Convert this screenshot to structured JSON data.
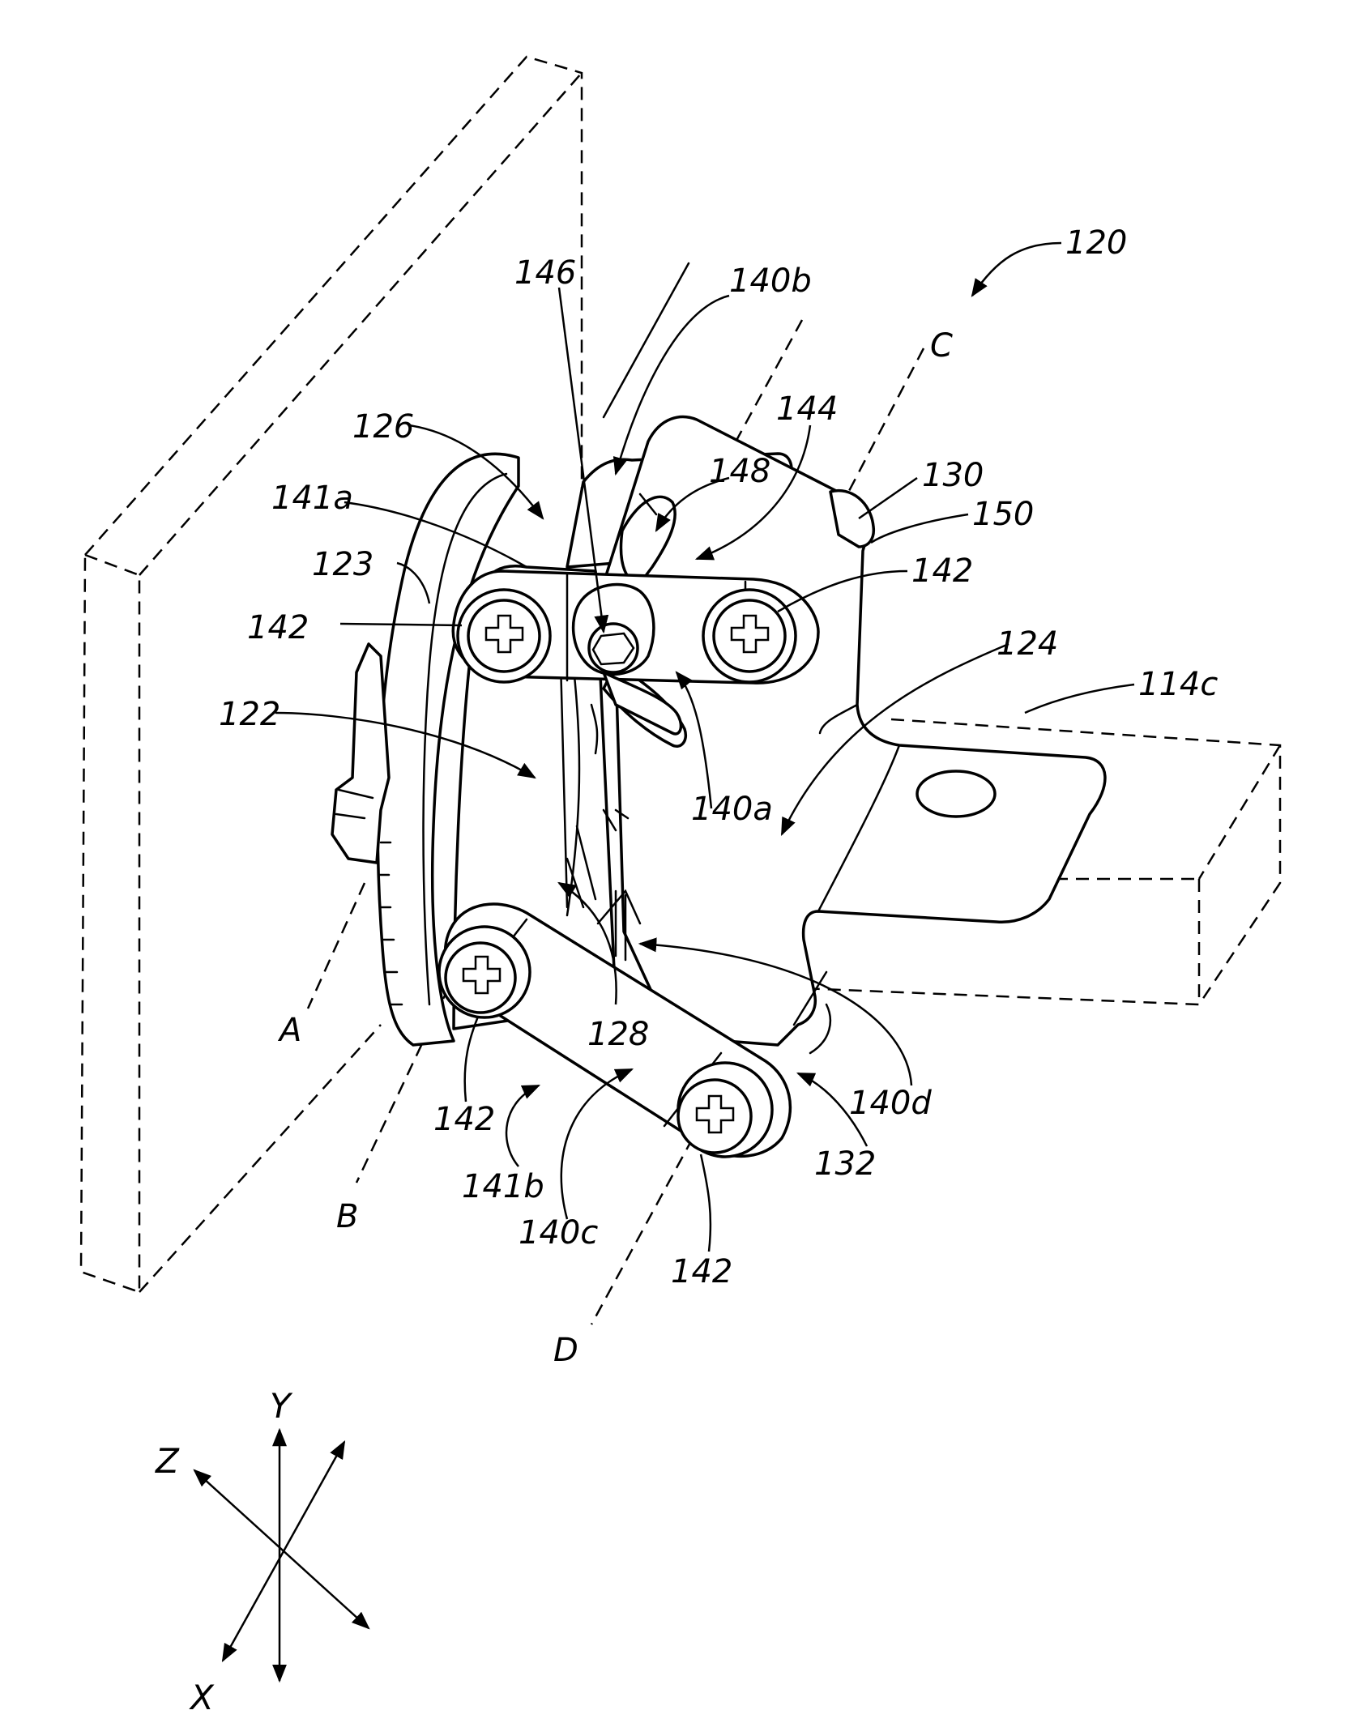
{
  "figure": {
    "reference_labels": {
      "assembly": "120",
      "first_bracket": "122",
      "edge": "123",
      "second_bracket": "124",
      "upper_plate": "126",
      "middle_plate": "128",
      "tab_upper": "130",
      "tab_lower": "132",
      "link_upper_left": "140a",
      "link_upper_right": "140b",
      "link_lower_front": "140c",
      "link_lower_back": "140d",
      "upper_arm": "141a",
      "lower_arm": "141b",
      "fastener_1": "142",
      "fastener_2": "142",
      "fastener_3": "142",
      "fastener_4": "142",
      "slot": "144",
      "set_screw": "146",
      "pin": "148",
      "spacer": "150",
      "mount_block": "114c"
    },
    "axis_letters": {
      "A": "A",
      "B": "B",
      "C": "C",
      "D": "D"
    },
    "coordinate_axes": {
      "x": "X",
      "y": "Y",
      "z": "Z"
    }
  }
}
